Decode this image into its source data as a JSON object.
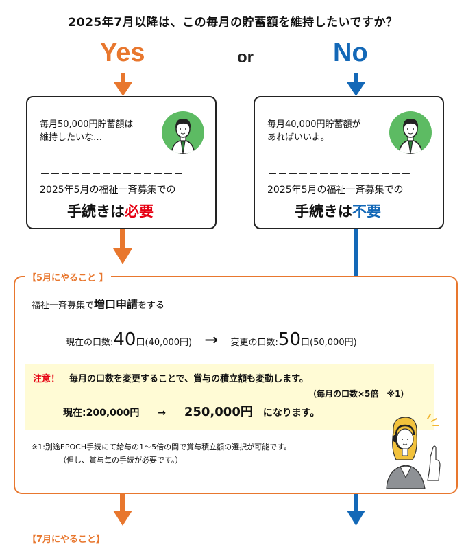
{
  "header": {
    "question": "2025年7月以降は、この毎月の貯蓄額を維持したいですか？",
    "yes_label": "Yes",
    "or_label": "or",
    "no_label": "No"
  },
  "yes_card": {
    "speech_line1": "毎月50,000円貯蓄額は",
    "speech_line2": "維持したいな…",
    "divider": "－－－－－－－－－－－－－－",
    "note": "2025年5月の福祉一斉募集での",
    "procedure_prefix": "手続きは",
    "procedure_status": "必要"
  },
  "no_card": {
    "speech_line1": "毎月40,000円貯蓄額が",
    "speech_line2": "あればいいよ。",
    "divider": "－－－－－－－－－－－－－－",
    "note": "2025年5月の福祉一斉募集での",
    "procedure_prefix": "手続きは",
    "procedure_status": "不要"
  },
  "may_panel": {
    "title": "【5月にやること 】",
    "instruction_prefix": "福祉一斉募集で",
    "instruction_bold": "増口申請",
    "instruction_suffix": "をする",
    "current_label": "現在の口数:",
    "current_units": "40",
    "current_unit_suffix": "口",
    "current_amount": "(40,000円)",
    "arrow": "→",
    "changed_label": "変更の口数:",
    "changed_units": "50",
    "changed_unit_suffix": "口",
    "changed_amount": "(50,000円)"
  },
  "caution": {
    "label": "注意！",
    "text": "毎月の口数を変更することで、賞与の積立額も変動します。",
    "formula": "（毎月の口数×5倍　※1）",
    "current_prefix": "現在:200,000円",
    "arrow": "→",
    "new_amount": "250,000円",
    "suffix": "になります。"
  },
  "footnote": {
    "line1": "※1:別途EPOCH手続にて給与の1～5倍の間で賞与積立額の選択が可能です。",
    "line2": "（但し、賞与毎の手続が必要です。）"
  },
  "july": {
    "title": "【7月にやること】"
  },
  "colors": {
    "orange": "#E8772E",
    "blue": "#1368B7",
    "red": "#E60012",
    "avatar_green": "#5DBB63",
    "caution_bg": "#FFFBD5"
  }
}
